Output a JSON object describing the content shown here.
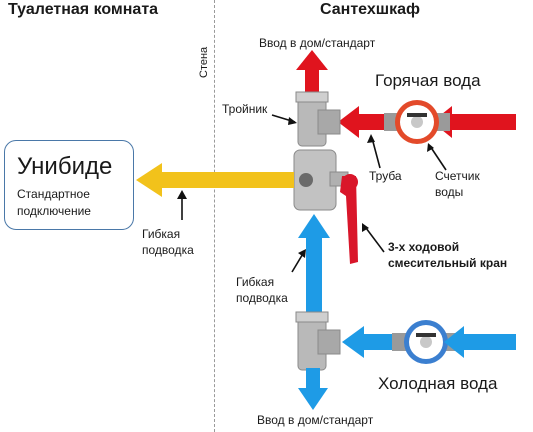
{
  "headings": {
    "left": "Туалетная комната",
    "right": "Сантехшкаф"
  },
  "wall_label": "Стена",
  "unibidet": {
    "title": "Унибиде",
    "subtitle_line1": "Стандартное",
    "subtitle_line2": "подключение"
  },
  "labels": {
    "inlet_top": "Ввод в дом/стандарт",
    "inlet_bottom": "Ввод в дом/стандарт",
    "hot_water": "Горячая вода",
    "cold_water": "Холодная вода",
    "tee": "Тройник",
    "pipe": "Труба",
    "meter_line1": "Счетчик",
    "meter_line2": "воды",
    "hose_left_line1": "Гибкая",
    "hose_left_line2": "подводка",
    "hose_mid_line1": "Гибкая",
    "hose_mid_line2": "подводка",
    "valve_line1": "3-х ходовой",
    "valve_line2": "смесительный кран"
  },
  "colors": {
    "hot": "#e0141e",
    "cold": "#1e9be6",
    "mixed": "#f2c21b",
    "brass": "#b9b9b9",
    "handle": "#d9162a"
  }
}
